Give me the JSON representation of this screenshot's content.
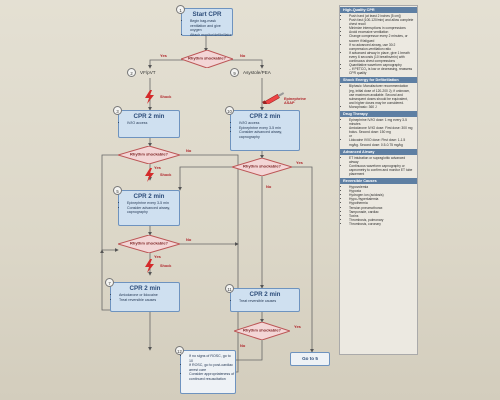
{
  "start": {
    "num": "1",
    "title": "Start CPR",
    "items": [
      "Begin bag-mask ventilation and give oxygen",
      "Attach monitor/defibrillator"
    ]
  },
  "rhythm_check_1": {
    "label": "Rhythm shockable?",
    "yes": "Yes",
    "no": "No"
  },
  "vf": {
    "num": "2",
    "label": "VF/pVT"
  },
  "asystole": {
    "num": "9",
    "label": "Asystole/PEA"
  },
  "shock_labels": [
    "Shock",
    "Shock",
    "Shock"
  ],
  "epinephrine_asap": "Epinephrine ASAP",
  "box3": {
    "num": "3",
    "title": "CPR 2 min",
    "items": [
      "IV/IO access"
    ]
  },
  "rhythm_check_2": {
    "label": "Rhythm shockable?",
    "yes": "Yes",
    "no": "No"
  },
  "box5": {
    "num": "5",
    "title": "CPR 2 min",
    "items": [
      "Epinephrine every 3-5 min",
      "Consider advanced airway, capnography"
    ]
  },
  "rhythm_check_3": {
    "label": "Rhythm shockable?",
    "yes": "Yes",
    "no": "No"
  },
  "box7": {
    "num": "7",
    "title": "CPR 2 min",
    "items": [
      "Amiodarone or lidocaine",
      "Treat reversible causes"
    ]
  },
  "box10": {
    "num": "10",
    "title": "CPR 2 min",
    "items": [
      "IV/IO access",
      "Epinephrine every 3-5 min",
      "Consider advanced airway, capnography"
    ]
  },
  "rhythm_check_4": {
    "label": "Rhythm shockable?",
    "yes": "Yes",
    "no": "No"
  },
  "box11": {
    "num": "11",
    "title": "CPR 2 min",
    "items": [
      "Treat reversible causes"
    ]
  },
  "rhythm_check_5": {
    "label": "Rhythm shockable?",
    "yes": "Yes",
    "no": "No"
  },
  "box12": {
    "num": "12",
    "items": [
      "If no signs of ROSC, go to 10",
      "If ROSC, go to post-cardiac arrest care",
      "Consider appropriateness of continued resuscitation"
    ]
  },
  "goto": "Go to 5",
  "panel": {
    "sections": [
      {
        "head": "High-Quality CPR",
        "lines": [
          "Push hard (at least 2 inches [5 cm])",
          "Push fast (100-120/min) and allow complete chest recoil",
          "Minimize interruptions in compressions",
          "Avoid excessive ventilation",
          "Change compressor every 2 minutes, or sooner if fatigued",
          "If no advanced airway, use 30:2 compression-ventilation ratio",
          "If advanced airway in place, give 1 breath every 6 seconds (10 breaths/min) with continuous chest compressions",
          "Quantitative waveform capnography",
          "– If PETCO₂ is low or decreasing, reassess CPR quality"
        ]
      },
      {
        "head": "Shock Energy for Defibrillation",
        "lines": [
          "Biphasic: Manufacturer recommendation (eg, initial dose of 120-200 J); if unknown, use maximum available. Second and subsequent doses should be equivalent, and higher doses may be considered.",
          "Monophasic: 360 J"
        ]
      },
      {
        "head": "Drug Therapy",
        "lines": [
          "Epinephrine IV/IO dose: 1 mg every 3-5 minutes",
          "Amiodarone IV/IO dose: First dose: 300 mg bolus. Second dose: 150 mg",
          "or",
          "Lidocaine IV/IO dose: First dose: 1-1.5 mg/kg. Second dose: 0.5-0.75 mg/kg"
        ]
      },
      {
        "head": "Advanced Airway",
        "lines": [
          "ET intubation or supraglottic advanced airway",
          "Continuous waveform capnography or capnometry to confirm and monitor ET tube placement"
        ]
      },
      {
        "head": "Reversible Causes",
        "lines": [
          "Hypovolemia",
          "Hypoxia",
          "Hydrogen ion (acidosis)",
          "Hypo-/hyperkalemia",
          "Hypothermia",
          "Tension pneumothorax",
          "Tamponade, cardiac",
          "Toxins",
          "Thrombosis, pulmonary",
          "Thrombosis, coronary"
        ]
      }
    ]
  }
}
